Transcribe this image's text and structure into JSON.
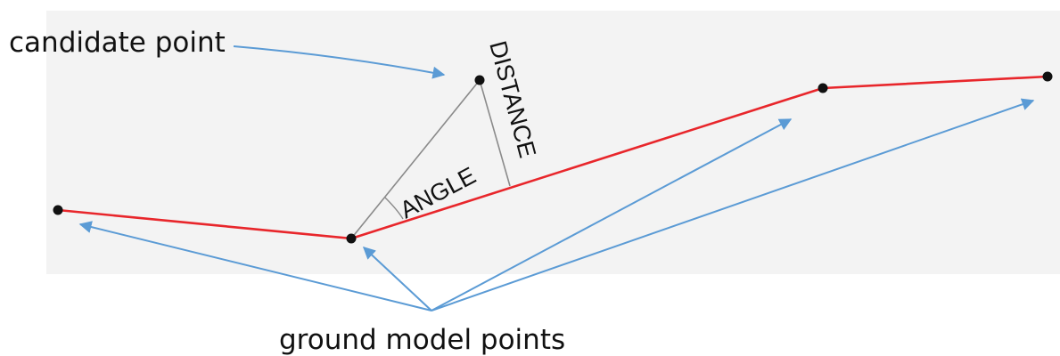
{
  "labels": {
    "candidate_point": "candidate point",
    "ground_model_points": "ground model points",
    "angle": "ANGLE",
    "distance": "DISTANCE"
  },
  "colors": {
    "panel_background": "#f3f3f3",
    "ground_line": "#e8262b",
    "arrow": "#5b9bd5",
    "construction_line": "#8a8a8a",
    "point": "#111111"
  }
}
